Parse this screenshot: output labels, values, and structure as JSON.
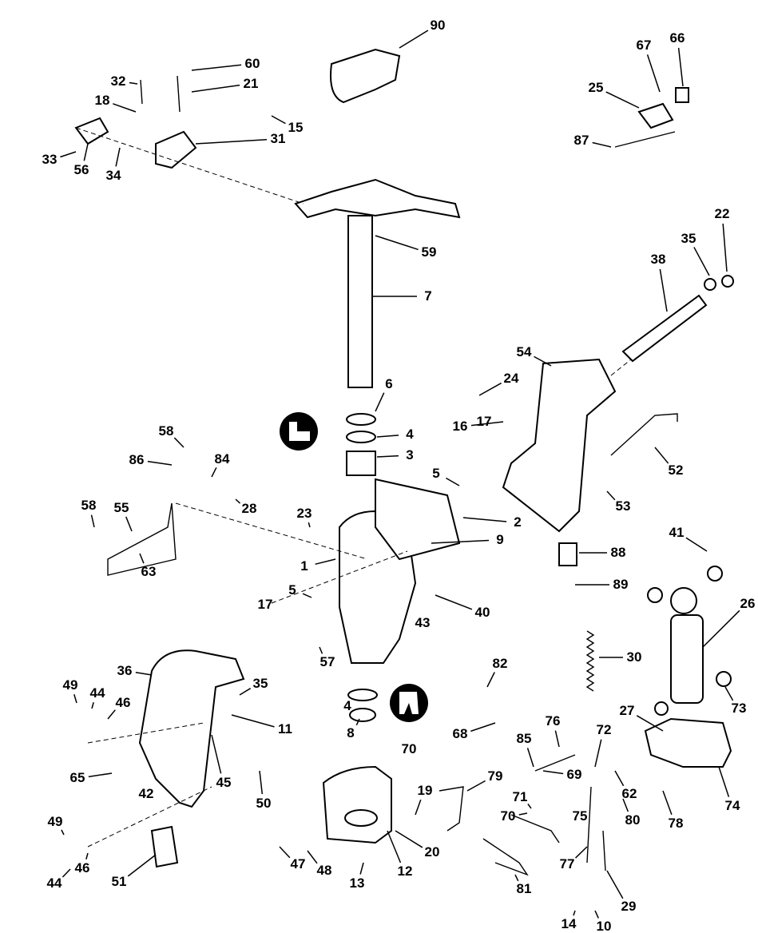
{
  "diagram": {
    "type": "exploded parts diagram",
    "callout_labels": [
      "90",
      "67",
      "66",
      "25",
      "87",
      "32",
      "60",
      "21",
      "18",
      "15",
      "31",
      "33",
      "56",
      "34",
      "59",
      "7",
      "22",
      "35",
      "38",
      "54",
      "24",
      "6",
      "16",
      "17",
      "4",
      "3",
      "58",
      "86",
      "84",
      "28",
      "55",
      "58",
      "63",
      "23",
      "5",
      "2",
      "9",
      "52",
      "53",
      "88",
      "89",
      "41",
      "26",
      "1",
      "5",
      "17",
      "40",
      "43",
      "57",
      "36",
      "30",
      "82",
      "49",
      "44",
      "46",
      "35",
      "11",
      "45",
      "4",
      "8",
      "27",
      "73",
      "68",
      "85",
      "76",
      "72",
      "69",
      "62",
      "70",
      "19",
      "79",
      "71",
      "70",
      "75",
      "80",
      "78",
      "74",
      "65",
      "42",
      "50",
      "49",
      "47",
      "48",
      "20",
      "12",
      "13",
      "44",
      "46",
      "51",
      "81",
      "77",
      "29",
      "14",
      "10"
    ],
    "icons": [
      "lubricant-symbol-icon",
      "sealant-symbol-icon"
    ],
    "line_color": "#000000",
    "background": "#ffffff"
  }
}
